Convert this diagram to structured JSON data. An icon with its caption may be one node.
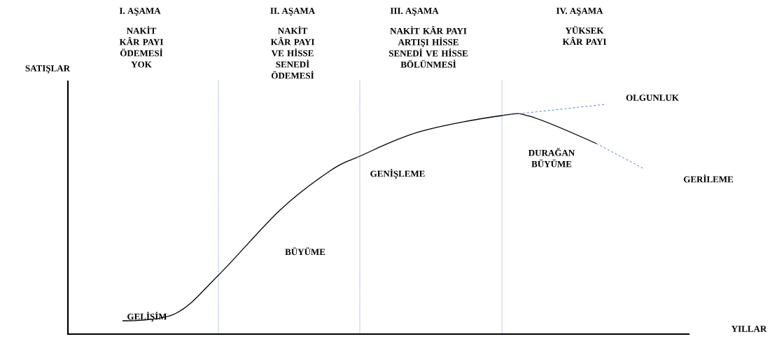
{
  "diagram": {
    "labels": [
      "I. AŞAMA",
      "II. AŞAMA",
      "III. AŞAMA",
      "IV. AŞAMA",
      "NAKİT KÂR PAYI ÖDEMESİ YOK",
      "NAKİT KÂR PAYI VE HİSSE SENEDİ ÖDEMESİ",
      "NAKİT KÂR PAYI ARTIŞI HİSSE SENEDİ VE HİSSE BÖLÜNMESİ",
      "YÜKSEK KÂR PAYI",
      "SATIŞLAR",
      "OLGUNLUK",
      "DURAĞAN BÜYÜME",
      "GENİŞLEME",
      "GERİLEME",
      "BÜYÜME",
      "GELİŞİM",
      "YILLAR"
    ]
  }
}
